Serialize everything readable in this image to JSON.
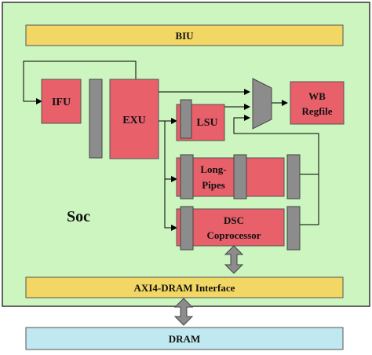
{
  "soc": {
    "label": "Soc"
  },
  "blocks": {
    "biu": "BIU",
    "ifu": "IFU",
    "exu": "EXU",
    "lsu": "LSU",
    "long_pipes_line1": "Long-",
    "long_pipes_line2": "Pipes",
    "wb_line1": "WB",
    "wb_line2": "Regfile",
    "dsc_line1": "DSC",
    "dsc_line2": "Coprocessor",
    "axi": "AXI4-DRAM Interface",
    "dram": "DRAM"
  },
  "colors": {
    "soc_fill": "#ccf5c0",
    "yellow": "#f2d764",
    "red": "#e8606a",
    "gray": "#8c8c8c",
    "dram_fill": "#bfe8f0"
  }
}
